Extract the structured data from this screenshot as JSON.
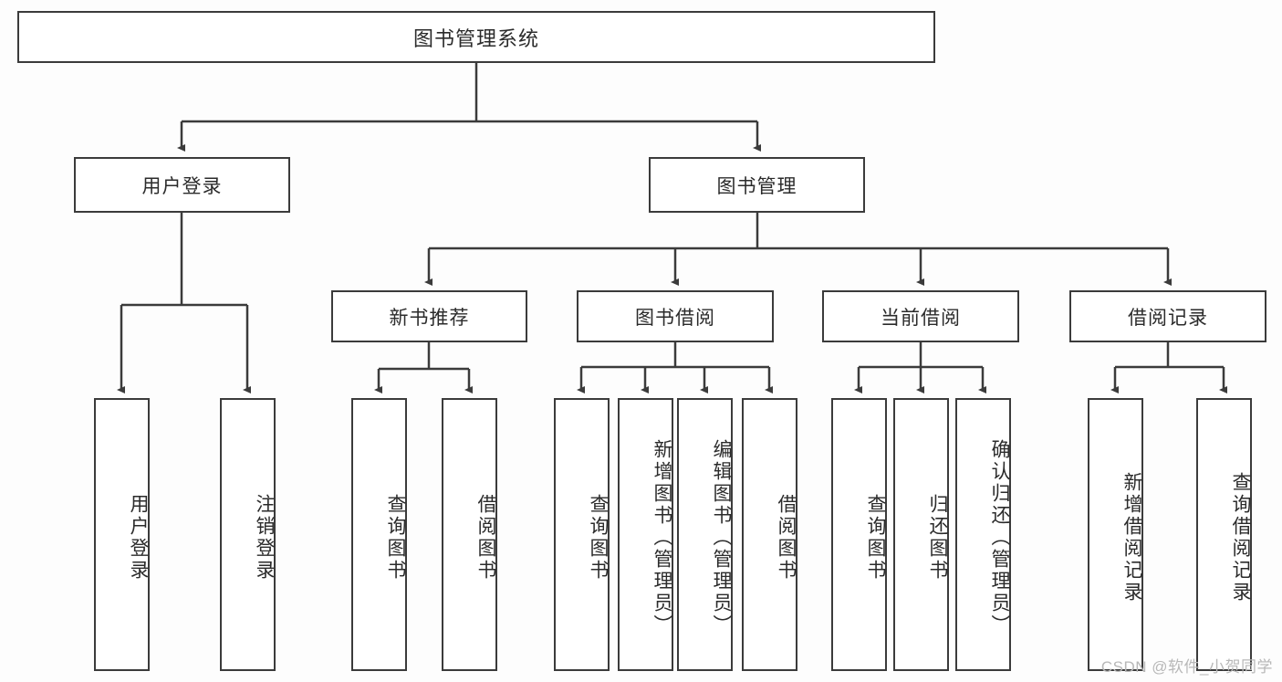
{
  "diagram": {
    "title": "图书管理系统",
    "type": "hierarchy-tree",
    "orientation": "top-down",
    "colors": {
      "box_border": "#3b3b3b",
      "box_fill": "#ffffff",
      "text": "#2b2b2b",
      "connector": "#3b3b3b",
      "background": "#fdfdfd",
      "watermark": "#b8b8b8"
    },
    "watermark": "CSDN @软件_小贺同学"
  },
  "root": {
    "label": "图书管理系统"
  },
  "level2": [
    {
      "label": "用户登录"
    },
    {
      "label": "图书管理"
    }
  ],
  "level3": [
    {
      "label": "新书推荐"
    },
    {
      "label": "图书借阅"
    },
    {
      "label": "当前借阅"
    },
    {
      "label": "借阅记录"
    }
  ],
  "leaves": {
    "user_login": [
      {
        "label": "用户登录"
      },
      {
        "label": "注销登录"
      }
    ],
    "new_book_recommend": [
      {
        "label": "查询图书"
      },
      {
        "label": "借阅图书"
      }
    ],
    "book_borrow": [
      {
        "label": "查询图书"
      },
      {
        "label": "新增图书（管理员）"
      },
      {
        "label": "编辑图书（管理员）"
      },
      {
        "label": "借阅图书"
      }
    ],
    "current_borrow": [
      {
        "label": "查询图书"
      },
      {
        "label": "归还图书"
      },
      {
        "label": "确认归还（管理员）"
      }
    ],
    "borrow_record": [
      {
        "label": "新增借阅记录"
      },
      {
        "label": "查询借阅记录"
      }
    ]
  }
}
